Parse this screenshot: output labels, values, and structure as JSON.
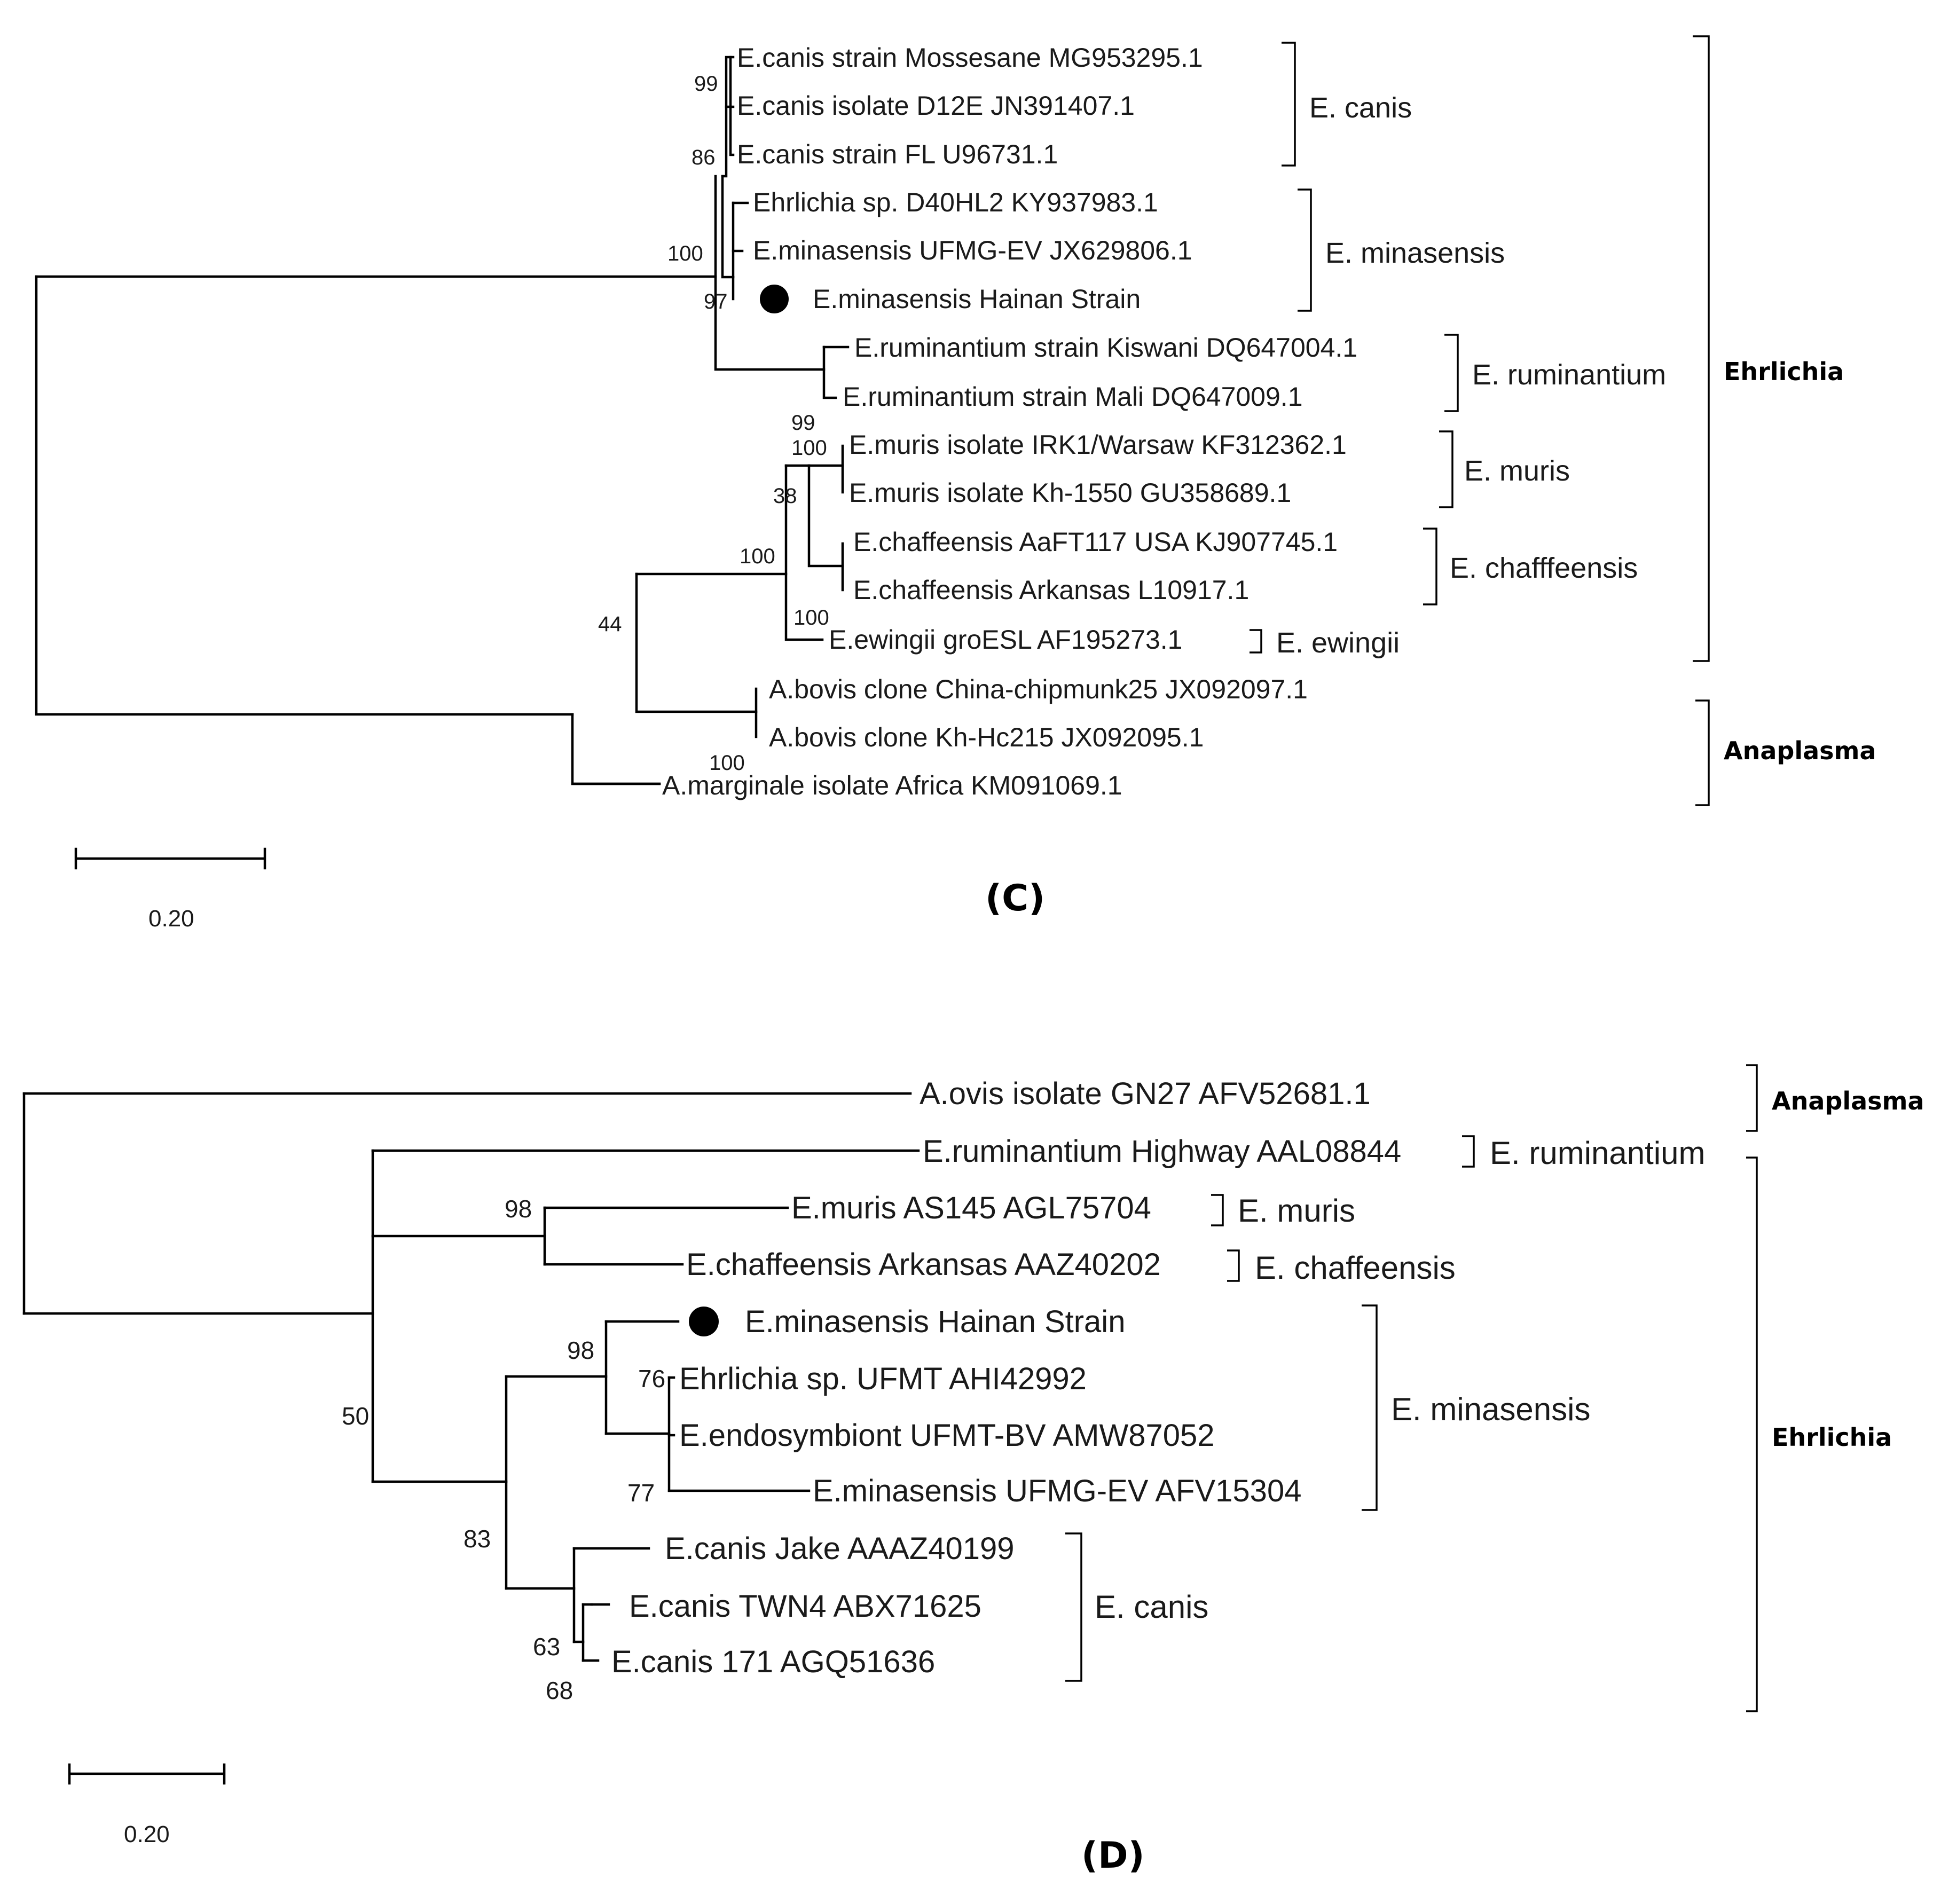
{
  "panel_c": {
    "label": "(C)",
    "scale_label": "0.20",
    "leaves": [
      "E.canis strain Mossesane MG953295.1",
      "E.canis isolate D12E JN391407.1",
      "E.canis strain FL U96731.1",
      "Ehrlichia sp. D40HL2 KY937983.1",
      "E.minasensis UFMG-EV JX629806.1",
      "E.minasensis Hainan Strain",
      "E.ruminantium strain Kiswani DQ647004.1",
      "E.ruminantium strain Mali DQ647009.1",
      "E.muris isolate IRK1/Warsaw KF312362.1",
      "E.muris isolate Kh-1550 GU358689.1",
      "E.chaffeensis AaFT117 USA KJ907745.1",
      "E.chaffeensis Arkansas L10917.1",
      "E.ewingii groESL AF195273.1",
      "A.bovis clone China-chipmunk25 JX092097.1",
      "A.bovis clone Kh-Hc215 JX092095.1",
      "A.marginale isolate Africa KM091069.1"
    ],
    "bootstraps": [
      "99",
      "86",
      "100",
      "97",
      "99",
      "100",
      "38",
      "100",
      "100",
      "44",
      "100"
    ],
    "groups": [
      "E. canis",
      "E. minasensis",
      "E. ruminantium",
      "E. muris",
      "E. chafffeensis",
      "E. ewingii"
    ],
    "genera": [
      "Ehrlichia",
      "Anaplasma"
    ]
  },
  "panel_d": {
    "label": "(D)",
    "scale_label": "0.20",
    "leaves": [
      "A.ovis isolate GN27 AFV52681.1",
      "E.ruminantium Highway AAL08844",
      "E.muris AS145 AGL75704",
      "E.chaffeensis Arkansas AAZ40202",
      "E.minasensis Hainan Strain",
      "Ehrlichia sp. UFMT AHI42992",
      "E.endosymbiont UFMT-BV AMW87052",
      "E.minasensis UFMG-EV AFV15304",
      "E.canis Jake AAAZ40199",
      "E.canis TWN4 ABX71625",
      "E.canis 171 AGQ51636"
    ],
    "bootstraps": [
      "98",
      "98",
      "76",
      "50",
      "77",
      "83",
      "63",
      "68"
    ],
    "groups": [
      "E. ruminantium",
      "E. muris",
      "E. chaffeensis",
      "E. minasensis",
      "E. canis"
    ],
    "genera": [
      "Anaplasma",
      "Ehrlichia"
    ]
  }
}
